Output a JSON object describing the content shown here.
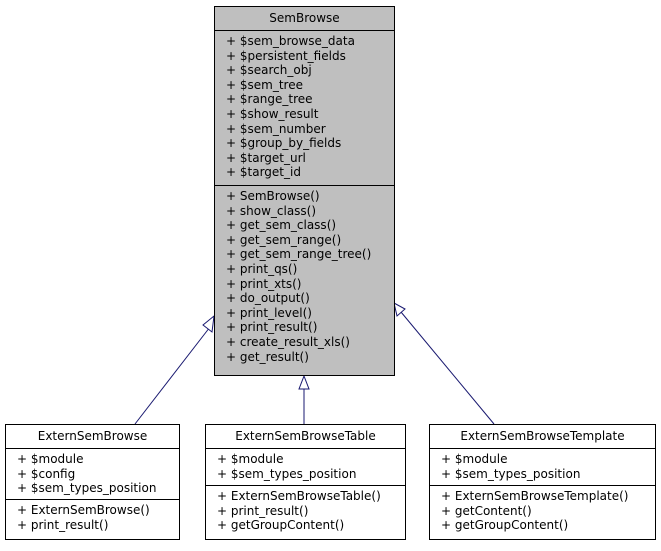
{
  "classes": {
    "semBrowse": {
      "name": "SemBrowse",
      "attributes": [
        "+ $sem_browse_data",
        "+ $persistent_fields",
        "+ $search_obj",
        "+ $sem_tree",
        "+ $range_tree",
        "+ $show_result",
        "+ $sem_number",
        "+ $group_by_fields",
        "+ $target_url",
        "+ $target_id"
      ],
      "methods": [
        "+ SemBrowse()",
        "+ show_class()",
        "+ get_sem_class()",
        "+ get_sem_range()",
        "+ get_sem_range_tree()",
        "+ print_qs()",
        "+ print_xts()",
        "+ do_output()",
        "+ print_level()",
        "+ print_result()",
        "+ create_result_xls()",
        "+ get_result()"
      ]
    },
    "externSemBrowse": {
      "name": "ExternSemBrowse",
      "attributes": [
        "+ $module",
        "+ $config",
        "+ $sem_types_position"
      ],
      "methods": [
        "+ ExternSemBrowse()",
        "+ print_result()"
      ]
    },
    "externSemBrowseTable": {
      "name": "ExternSemBrowseTable",
      "attributes": [
        "+ $module",
        "+ $sem_types_position"
      ],
      "methods": [
        "+ ExternSemBrowseTable()",
        "+ print_result()",
        "+ getGroupContent()"
      ]
    },
    "externSemBrowseTemplate": {
      "name": "ExternSemBrowseTemplate",
      "attributes": [
        "+ $module",
        "+ $sem_types_position"
      ],
      "methods": [
        "+ ExternSemBrowseTemplate()",
        "+ getContent()",
        "+ getGroupContent()"
      ]
    }
  },
  "colors": {
    "edge": "#191970",
    "main_fill": "#bfbfbf",
    "box_fill": "#ffffff",
    "border": "#000000"
  }
}
